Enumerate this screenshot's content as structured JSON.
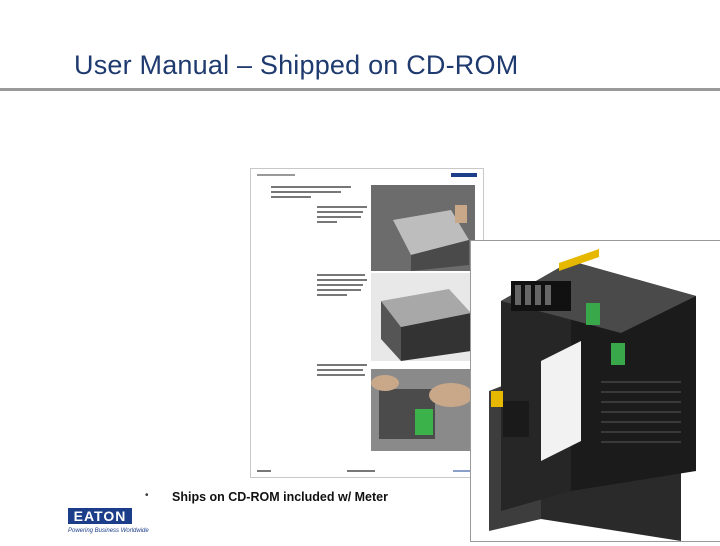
{
  "slide": {
    "title": "User Manual – Shipped on CD-ROM",
    "bullet_marker": "•",
    "bullet_text": "Ships on CD-ROM included w/ Meter"
  },
  "brand": {
    "logo_text": "EATON",
    "tagline": "Powering Business Worldwide",
    "color": "#1c3d8a"
  },
  "colors": {
    "title": "#1f3a6e",
    "rule": "#9a9a9a"
  }
}
